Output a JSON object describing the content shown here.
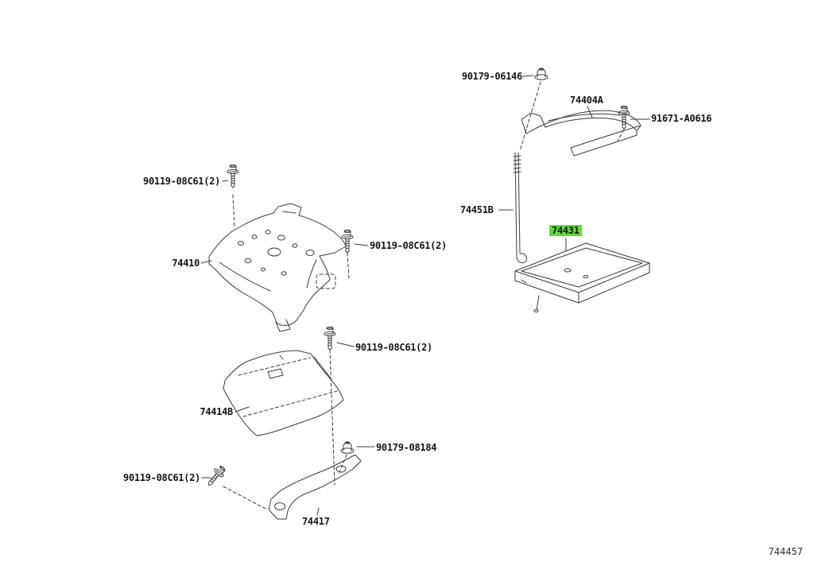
{
  "page": {
    "background": "#ffffff",
    "diagram_number": "744457"
  },
  "colors": {
    "line": "#3a3a3a",
    "label_text": "#151515",
    "highlight": "#61d937"
  },
  "labels": [
    {
      "text": "90179-06146",
      "part_type": "nut"
    },
    {
      "text": "74404A",
      "part_type": "battery-clamp"
    },
    {
      "text": "91671-A0616",
      "part_type": "bolt"
    },
    {
      "text": "74451B",
      "part_type": "j-bolt"
    },
    {
      "text": "74431",
      "part_type": "battery-tray",
      "highlighted": true
    },
    {
      "text": "90119-08C61(2)",
      "part_type": "bolt"
    },
    {
      "text": "74410",
      "part_type": "battery-carrier"
    },
    {
      "text": "90119-08C61(2)",
      "part_type": "bolt"
    },
    {
      "text": "90119-08C61(2)",
      "part_type": "bolt"
    },
    {
      "text": "74414B",
      "part_type": "carrier-lower"
    },
    {
      "text": "90179-08184",
      "part_type": "nut"
    },
    {
      "text": "90119-08C61(2)",
      "part_type": "bolt"
    },
    {
      "text": "74417",
      "part_type": "carrier-bracket"
    }
  ]
}
